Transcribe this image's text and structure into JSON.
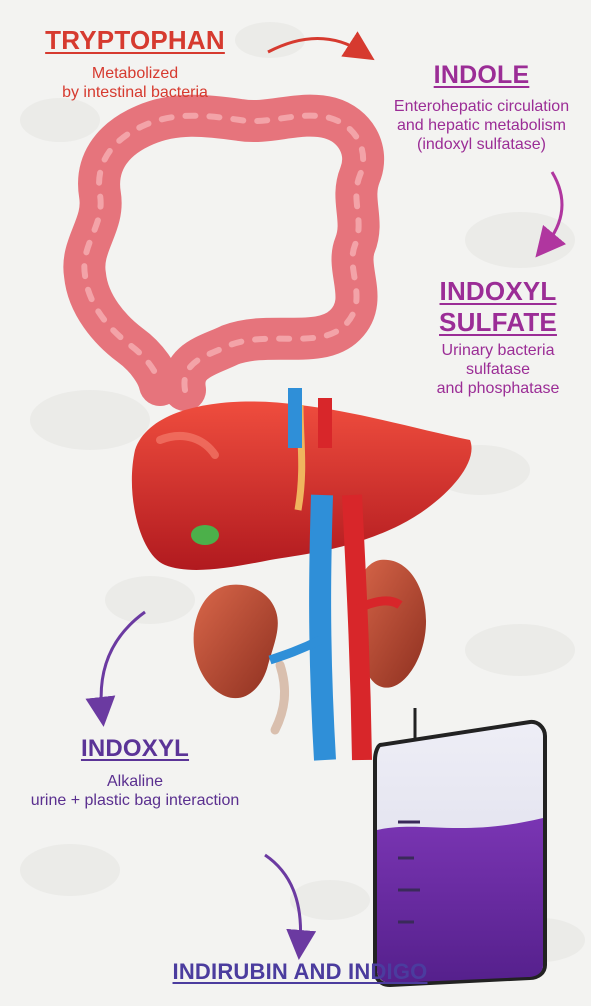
{
  "labels": {
    "tryptophan": {
      "title": "TRYPTOPHAN",
      "desc_line1": "Metabolized",
      "desc_line2": "by intestinal bacteria"
    },
    "indole": {
      "title": "INDOLE",
      "desc_line1": "Enterohepatic circulation",
      "desc_line2": "and hepatic metabolism",
      "desc_line3": "(indoxyl sulfatase)"
    },
    "indoxyl_sulfate": {
      "title_line1": "INDOXYL",
      "title_line2": "SULFATE",
      "desc_line1": "Urinary bacteria",
      "desc_line2": "sulfatase",
      "desc_line3": "and phosphatase"
    },
    "indoxyl": {
      "title": "INDOXYL",
      "desc_line1": "Alkaline",
      "desc_line2": "urine + plastic bag interaction"
    },
    "indirubin": {
      "title": "INDIRUBIN AND INDIGO"
    }
  },
  "colors": {
    "red_label": "#d63a2f",
    "magenta_label": "#9b2d96",
    "purple_label": "#5b3497",
    "indigo_label": "#4b3c9e",
    "colon": "#e6747c",
    "liver": "#d9262a",
    "kidney": "#b84a32",
    "vein": "#2f8fd8",
    "artery": "#d8262a",
    "urine": "#6a2aa6"
  },
  "icons": [
    "colon-illustration",
    "liver-illustration",
    "kidney-illustration",
    "urine-bag-illustration",
    "curved-arrow"
  ]
}
